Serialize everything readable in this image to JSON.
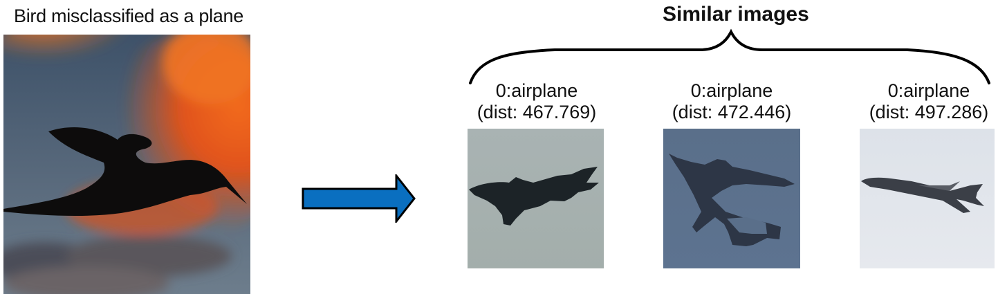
{
  "query": {
    "caption": "Bird misclassified as a plane",
    "image_subject": "bird-silhouette-sunset"
  },
  "arrow": {
    "color": "#0a6fc0"
  },
  "similar": {
    "title": "Similar images",
    "items": [
      {
        "class_label": "0:airplane",
        "distance": "(dist: 467.769)",
        "image_subject": "fighter-jet-gray-sky"
      },
      {
        "class_label": "0:airplane",
        "distance": "(dist: 472.446)",
        "image_subject": "jet-blue-sky"
      },
      {
        "class_label": "0:airplane",
        "distance": "(dist: 497.286)",
        "image_subject": "bomber-white-sky"
      }
    ]
  }
}
